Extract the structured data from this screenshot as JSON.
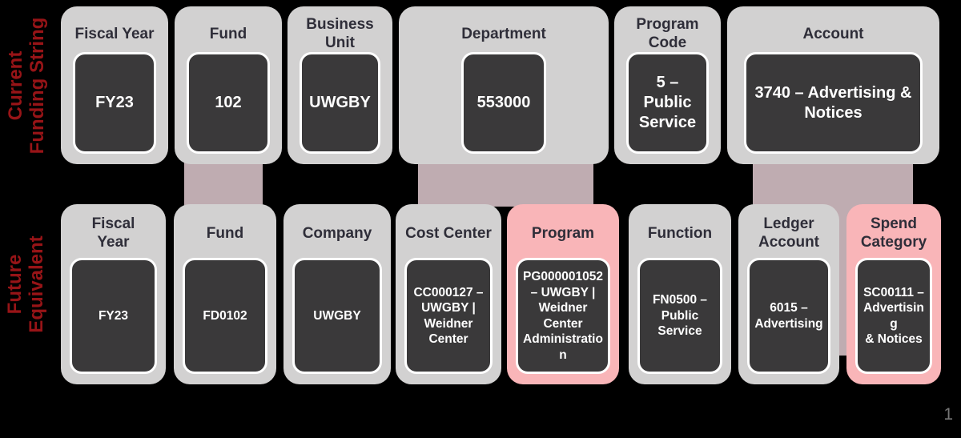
{
  "page": {
    "number": "1",
    "background": "#000000"
  },
  "colors": {
    "card_bg": "#d2d1d1",
    "card_bg_highlight": "#f9b5b8",
    "value_box_bg": "#3a393a",
    "value_box_border": "#ffffff",
    "title_text": "#2f2e39",
    "value_text": "#ffffff",
    "row_label_text": "#971417",
    "connector": "#bfacb1",
    "page_number_text": "#777777"
  },
  "rows": {
    "current": {
      "label": "Current\nFunding String",
      "cards": [
        {
          "title": "Fiscal Year",
          "value": "FY23"
        },
        {
          "title": "Fund",
          "value": "102"
        },
        {
          "title": "Business\nUnit",
          "value": "UWGBY"
        },
        {
          "title": "Department",
          "value": "553000"
        },
        {
          "title": "Program\nCode",
          "value": "5 – Public\nService"
        },
        {
          "title": "Account",
          "value": "3740 – Advertising &\nNotices"
        }
      ]
    },
    "future": {
      "label": "Future\nEquivalent",
      "cards": [
        {
          "title": "Fiscal\nYear",
          "value": "FY23",
          "highlight": false
        },
        {
          "title": "Fund",
          "value": "FD0102",
          "highlight": false
        },
        {
          "title": "Company",
          "value": "UWGBY",
          "highlight": false
        },
        {
          "title": "Cost Center",
          "value": "CC000127 –\nUWGBY |\nWeidner\nCenter",
          "highlight": false
        },
        {
          "title": "Program",
          "value": "PG000001052\n– UWGBY |\nWeidner\nCenter\nAdministration",
          "highlight": true
        },
        {
          "title": "Function",
          "value": "FN0500 –\nPublic\nService",
          "highlight": false
        },
        {
          "title": "Ledger\nAccount",
          "value": "6015 –\nAdvertising",
          "highlight": false
        },
        {
          "title": "Spend\nCategory",
          "value": "SC00111 –\nAdvertising\n& Notices",
          "highlight": true
        }
      ]
    }
  },
  "connectors": [
    {
      "from": "Fund",
      "to": "Fund"
    },
    {
      "from": "Department",
      "to": "Cost Center + Program"
    },
    {
      "from": "Account",
      "to": "Ledger Account + Spend Category"
    }
  ]
}
